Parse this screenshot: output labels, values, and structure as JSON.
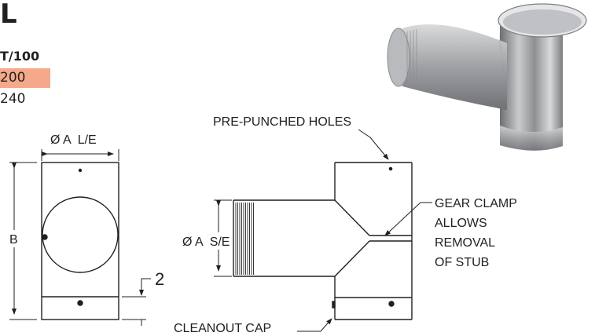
{
  "heading": {
    "letter": "L"
  },
  "table": {
    "column_header": "T/100",
    "rows": [
      {
        "value": "200",
        "highlight_color": "#f4a98a"
      },
      {
        "value": "240"
      }
    ]
  },
  "diagram": {
    "side_view": {
      "diameter_label": "Ø A  L/E",
      "height_label": "B",
      "band_height_label": "2"
    },
    "front_view": {
      "holes_label": "PRE-PUNCHED HOLES",
      "stub_diameter_label": "Ø A  S/E",
      "clamp_label_lines": [
        "GEAR CLAMP",
        "ALLOWS",
        "REMOVAL",
        "OF STUB"
      ],
      "cap_label": "CLEANOUT CAP"
    }
  },
  "photo": {
    "subject": "galvanized tee with gear clamp"
  },
  "colors": {
    "highlight": "#f4a98a",
    "line": "#231f20"
  }
}
